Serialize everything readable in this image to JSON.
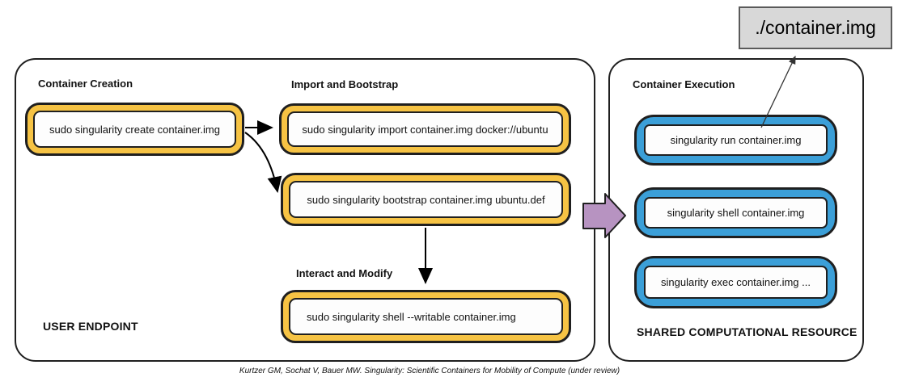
{
  "colors": {
    "yellow": "#F6C344",
    "blue": "#3B9FD8",
    "purple": "#B793C1",
    "gray-fill": "#D8D8D8"
  },
  "annotation": {
    "file_label": "./container.img"
  },
  "left_panel": {
    "footer": "USER ENDPOINT",
    "sections": {
      "creation": "Container Creation",
      "import": "Import and Bootstrap",
      "modify": "Interact and Modify"
    },
    "commands": {
      "create": "sudo singularity create container.img",
      "import": "sudo singularity import container.img docker://ubuntu",
      "bootstrap": "sudo singularity bootstrap container.img ubuntu.def",
      "shell_writable": "sudo singularity shell --writable container.img"
    }
  },
  "right_panel": {
    "header": "Container Execution",
    "footer": "SHARED COMPUTATIONAL RESOURCE",
    "commands": {
      "run": "singularity run container.img",
      "shell": "singularity shell container.img",
      "exec": "singularity exec container.img ..."
    }
  },
  "citation": "Kurtzer GM, Sochat V, Bauer MW. Singularity: Scientific Containers for Mobility of Compute (under review)"
}
